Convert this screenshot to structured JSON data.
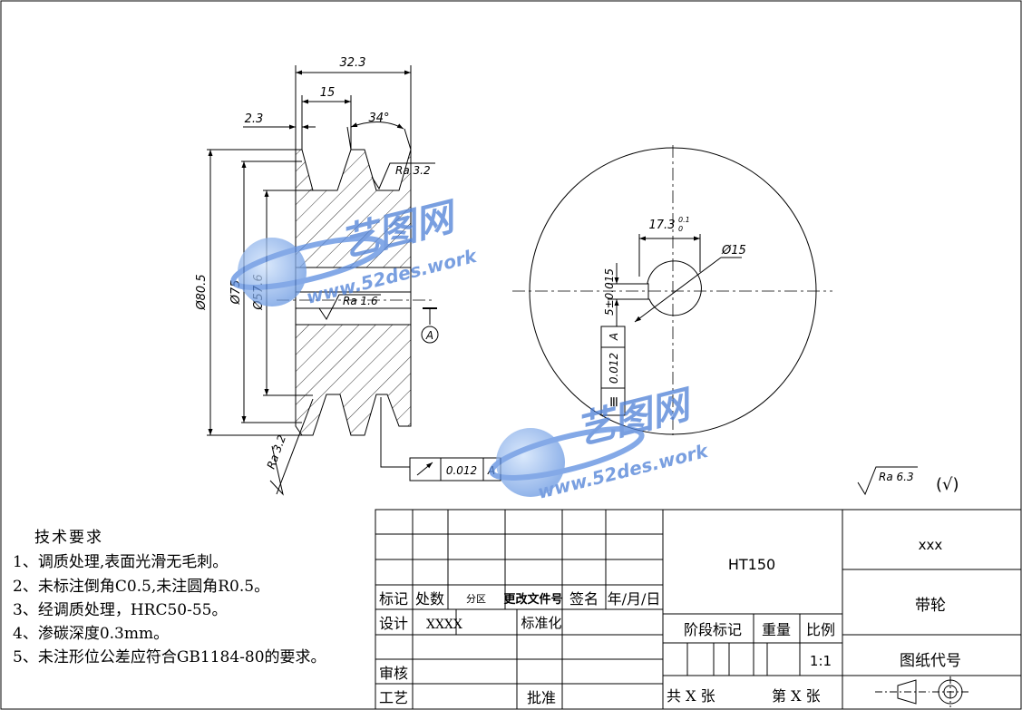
{
  "drawing": {
    "dims": {
      "overall_width": "32.3",
      "groove_pitch": "15",
      "edge_offset": "2.3",
      "groove_angle": "34°",
      "outer_dia": "Ø80.5",
      "mid_dia": "Ø75",
      "hub_dia": "Ø57.6",
      "keyway_depth": "17.3",
      "keyway_tol_upper": "0.1",
      "keyway_tol_lower": "0",
      "bore_dia": "Ø15",
      "keyway_width": "5±0.015"
    },
    "roughness": {
      "groove": "Ra 3.2",
      "bore": "Ra 1.6",
      "side": "Ra 3.2",
      "general": "Ra 6.3",
      "general_suffix": "(√)"
    },
    "datum": "A",
    "runout_tol": {
      "value": "0.012",
      "datum": "A"
    },
    "symmetry_tol": {
      "value": "0.012",
      "datum": "A",
      "symbol": "≡"
    }
  },
  "watermark": {
    "brand": "艺图网",
    "url": "www.52des.work"
  },
  "tech_requirements": {
    "title": "技术要求",
    "items": [
      "1、调质处理,表面光滑无毛刺。",
      "2、未标注倒角C0.5,未注圆角R0.5。",
      "3、经调质处理，HRC50-55。",
      "4、渗碳深度0.3mm。",
      "5、未注形位公差应符合GB1184-80的要求。"
    ]
  },
  "title_block": {
    "material": "HT150",
    "company": "xxx",
    "part_name": "带轮",
    "drawing_no_label": "图纸代号",
    "mark": "标记",
    "count": "处数",
    "zone": "分区",
    "change_doc": "更改文件号",
    "signature": "签名",
    "date": "年/月/日",
    "design": "设计",
    "designer": "XXXX",
    "standardize": "标准化",
    "review": "审核",
    "process": "工艺",
    "approve": "批准",
    "stage_mark": "阶段标记",
    "weight": "重量",
    "scale": "比例",
    "scale_value": "1:1",
    "total": "共 X 张",
    "sheet": "第 X 张"
  }
}
